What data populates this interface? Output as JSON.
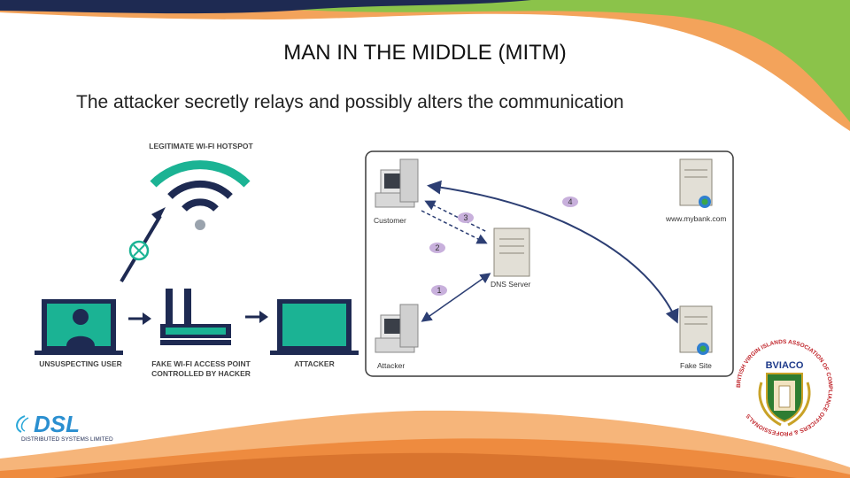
{
  "slide": {
    "title": "MAN IN THE MIDDLE (MITM)",
    "subtitle": "The attacker secretly relays and possibly alters the communication"
  },
  "left_diagram": {
    "hotspot_label": "LEGITIMATE WI-FI HOTSPOT",
    "user_label": "UNSUSPECTING USER",
    "access_point_label_line1": "FAKE WI-FI ACCESS POINT",
    "access_point_label_line2": "CONTROLLED BY HACKER",
    "attacker_label": "ATTACKER"
  },
  "right_diagram": {
    "customer_label": "Customer",
    "dns_label": "DNS Server",
    "bank_label": "www.mybank.com",
    "attacker_label": "Attacker",
    "fake_site_label": "Fake Site",
    "step_labels": [
      "1",
      "2",
      "3",
      "4"
    ]
  },
  "logos": {
    "dsl_brand": "DSL",
    "dsl_tagline": "DISTRIBUTED SYSTEMS LIMITED",
    "bviaco_text": "BVIACO",
    "bviaco_ring_text": "BRITISH VIRGIN ISLANDS ASSOCIATION OF COMPLIANCE OFFICERS & PROFESSIONALS"
  },
  "colors": {
    "accent_teal": "#1bb394",
    "dark_navy": "#1e2a52",
    "orange": "#f08a3c",
    "green": "#8bc34a",
    "diagram_arrow": "#2c3e73",
    "step_badge": "#c8b0dc"
  }
}
